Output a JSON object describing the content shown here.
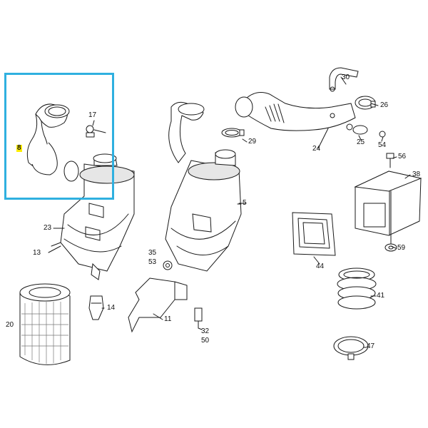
{
  "diagram": {
    "highlight_color": "#2fb0e0",
    "highlight_label_color": "#ffee00",
    "selected_part": "8",
    "labels": {
      "p8": "8",
      "p17": "17",
      "p23": "23",
      "p13": "13",
      "p20": "20",
      "p14": "14",
      "p35": "35",
      "p53": "53",
      "p11": "11",
      "p32": "32",
      "p50": "50",
      "p5": "5",
      "p29": "29",
      "p30": "30",
      "p26": "26",
      "p24": "24",
      "p25": "25",
      "p54": "54",
      "p56": "56",
      "p38": "38",
      "p59": "59",
      "p44": "44",
      "p41": "41",
      "p47": "47"
    }
  }
}
